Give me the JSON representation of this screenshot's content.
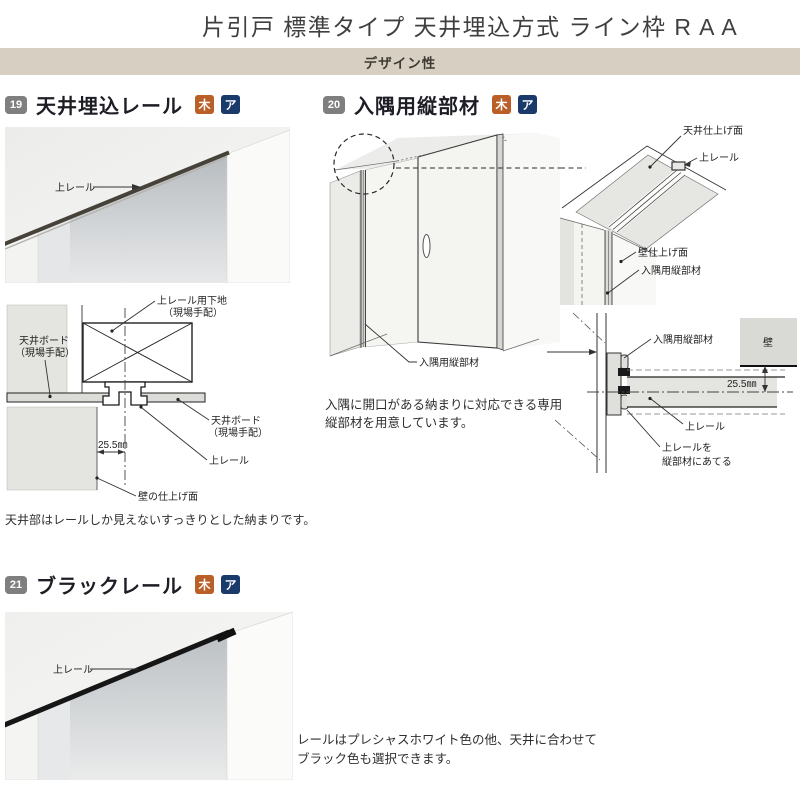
{
  "page": {
    "title": "片引戸 標準タイプ 天井埋込方式 ライン枠 R A A",
    "band": "デザイン性"
  },
  "legend": {
    "wood": "木",
    "aluminum": "ア"
  },
  "s19": {
    "num": "19",
    "title": "天井埋込レール",
    "photo": {
      "rail_label": "上レール"
    },
    "drawing": {
      "backing_l1": "上レール用下地",
      "backing_l2": "（現場手配）",
      "board_left_l1": "天井ボード",
      "board_left_l2": "（現場手配）",
      "board_right_l1": "天井ボード",
      "board_right_l2": "（現場手配）",
      "rail": "上レール",
      "wall_face": "壁の仕上げ面",
      "dim": "25.5㎜"
    },
    "caption": "天井部はレールしか見えないすっきりとした納まりです。"
  },
  "s20": {
    "num": "20",
    "title": "入隅用縦部材",
    "iso": {
      "member": "入隅用縦部材"
    },
    "caption_l1": "入隅に開口がある納まりに対応できる専用",
    "caption_l2": "縦部材を用意しています。",
    "corner": {
      "ceiling_face": "天井仕上げ面",
      "rail": "上レール",
      "wall_face": "壁仕上げ面",
      "member": "入隅用縦部材"
    },
    "plan": {
      "member": "入隅用縦部材",
      "wall": "壁",
      "dim": "25.5㎜",
      "rail": "上レール",
      "abut_l1": "上レールを",
      "abut_l2": "縦部材にあてる"
    }
  },
  "s21": {
    "num": "21",
    "title": "ブラックレール",
    "photo": {
      "rail_label": "上レール"
    },
    "caption_l1": "レールはプレシャスホワイト色の他、天井に合わせて",
    "caption_l2": "ブラック色も選択できます。"
  },
  "colors": {
    "band_bg": "#d7d0c2",
    "badge_number": "#7f7f7f",
    "badge_wood": "#b95f27",
    "badge_aluminum": "#1a3a6b",
    "rail_dark": "#474239",
    "rail_black": "#161616"
  }
}
